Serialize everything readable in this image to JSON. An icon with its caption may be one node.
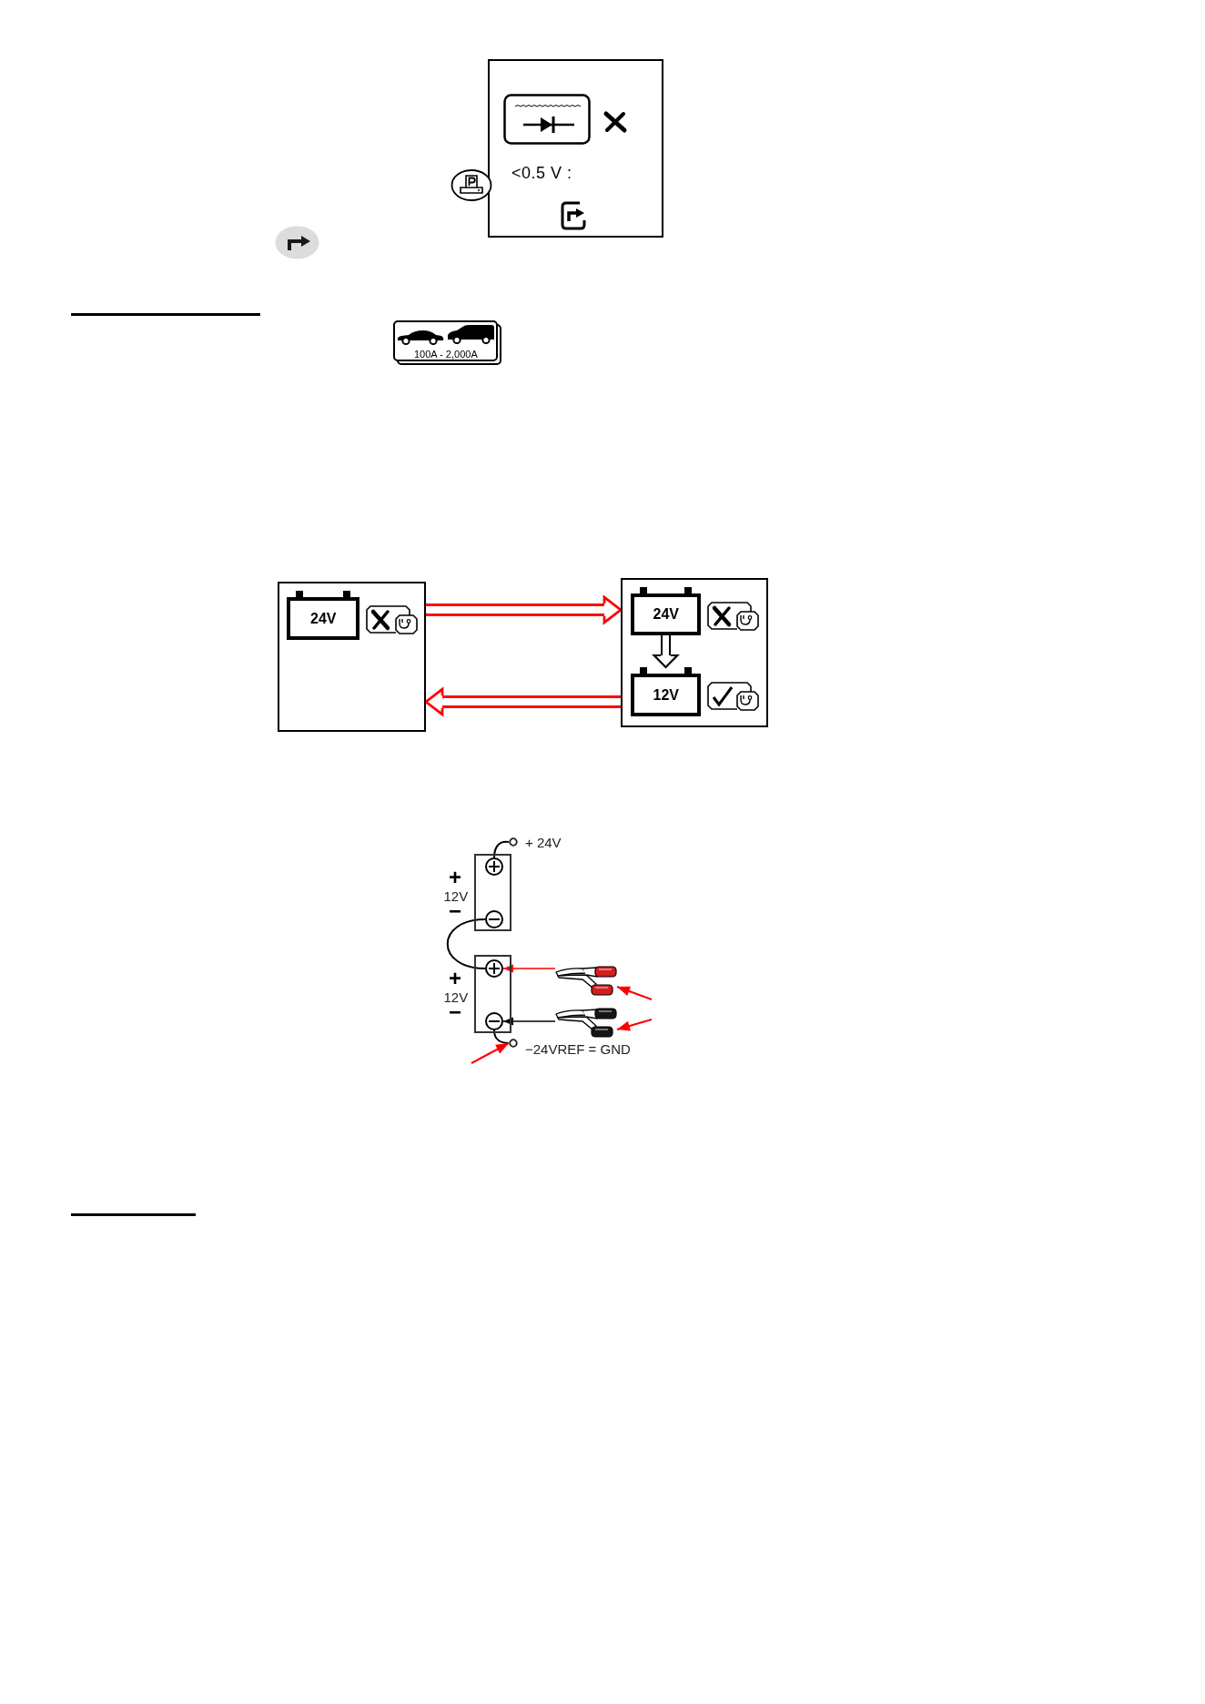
{
  "diagram": {
    "nodes": [
      {
        "text": [
          "<0.5 V :"
        ]
      },
      {
        "text": [
          "100A - 2,000A"
        ]
      },
      {
        "text": [],
        "shape": "box"
      },
      {
        "text": [
          "24V"
        ],
        "in": 2
      },
      {
        "text": [],
        "shape": "box"
      },
      {
        "text": [
          "24V"
        ],
        "in": 4
      },
      {
        "text": [
          "12V"
        ],
        "in": 4
      },
      {
        "text": [],
        "shape": "circle",
        "beside": [
          "+ 24V"
        ]
      },
      {
        "text": [],
        "shape": "box",
        "beside": [
          "+",
          "12V",
          "−"
        ]
      },
      {
        "text": [],
        "shape": "circle",
        "in": 8
      },
      {
        "text": [],
        "shape": "circle",
        "in": 8
      },
      {
        "text": [],
        "shape": "box",
        "beside": [
          "+",
          "12V",
          "−"
        ]
      },
      {
        "text": [],
        "shape": "circle",
        "in": 11
      },
      {
        "text": [],
        "shape": "picture"
      },
      {
        "text": [],
        "shape": "circle",
        "in": 11
      },
      {
        "text": [],
        "shape": "picture"
      },
      {
        "text": [],
        "shape": "circle",
        "beside": [
          "−24VREF = GND"
        ]
      }
    ],
    "edges": [
      {
        "from": 2,
        "to": 4,
        "arrow": "to",
        "style": "thick",
        "color": "#ff0000"
      },
      {
        "from": 4,
        "to": 2,
        "arrow": "to",
        "style": "thick",
        "color": "#ff0000"
      },
      {
        "from": 5,
        "to": 6,
        "arrow": "to",
        "style": "thick"
      },
      {
        "from": 7,
        "to": 9,
        "arrow": "none"
      },
      {
        "from": 10,
        "to": 12,
        "arrow": "none"
      },
      {
        "from": 14,
        "to": 16,
        "arrow": "none"
      },
      {
        "from": 13,
        "to": 12,
        "arrow": "to",
        "color": "#ff0000"
      },
      {
        "from": 15,
        "to": 14,
        "arrow": "to"
      },
      {
        "from": null,
        "to": 13,
        "arrow": "to",
        "color": "#ff0000"
      },
      {
        "from": null,
        "to": 15,
        "arrow": "to",
        "color": "#ff0000"
      },
      {
        "from": null,
        "to": 16,
        "arrow": "to",
        "color": "#ff0000"
      }
    ]
  }
}
